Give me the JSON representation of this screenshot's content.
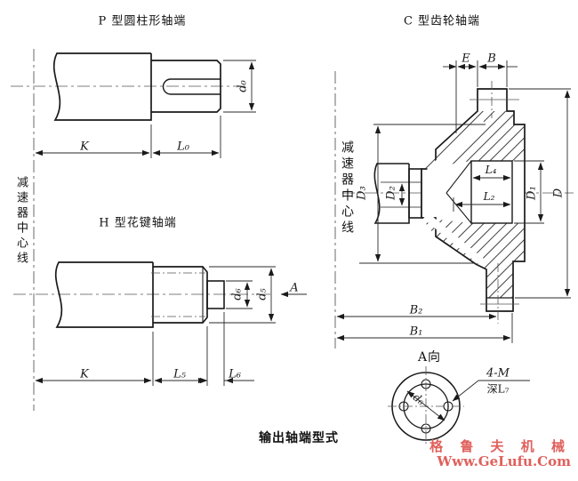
{
  "titles": {
    "p": "P 型圆柱形轴端",
    "h": "H 型花键轴端",
    "c": "C 型齿轮轴端",
    "a_view": "A向",
    "caption": "输出轴端型式"
  },
  "centerline_label": "减速器中心线",
  "dims": {
    "K": "K",
    "L0": "L₀",
    "d0": "d₀",
    "L5": "L₅",
    "L6": "L₆",
    "d5": "d₅",
    "d6": "d₆",
    "A": "A",
    "E": "E",
    "B": "B",
    "D": "D",
    "D1": "D₁",
    "D2": "D₂",
    "D3": "D₃",
    "L4": "L₄",
    "L2": "L₂",
    "B2": "B₂",
    "B1": "B₁",
    "bolt_holes": "4-M",
    "bolt_depth": "深L₇",
    "bolt_circle": "d₆"
  },
  "watermark": {
    "line1": "格 鲁 夫 机 械",
    "line2": "Www.GeLufu.Com",
    "color": "#e0605c"
  },
  "colors": {
    "line": "#1a1a1a",
    "dim": "#2a2a2a",
    "centerline": "#555555"
  }
}
